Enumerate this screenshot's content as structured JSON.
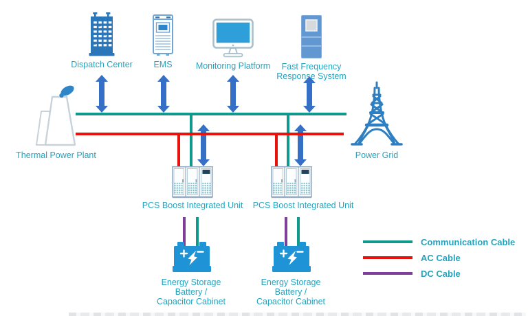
{
  "nodes": {
    "dispatch_center": {
      "label": "Dispatch Center",
      "icon": "building-icon"
    },
    "ems": {
      "label": "EMS",
      "icon": "server-tower-icon"
    },
    "monitoring_platform": {
      "label": "Monitoring Platform",
      "icon": "monitor-icon"
    },
    "fast_frequency_response_system": {
      "label": "Fast Frequency\nResponse System",
      "icon": "control-cabinet-icon"
    },
    "thermal_power_plant": {
      "label": "Thermal Power Plant",
      "icon": "cooling-towers-icon"
    },
    "power_grid": {
      "label": "Power Grid",
      "icon": "transmission-tower-icon"
    },
    "pcs_unit_1": {
      "label": "PCS Boost Integrated Unit",
      "icon": "pcs-cabinet-icon"
    },
    "pcs_unit_2": {
      "label": "PCS Boost Integrated Unit",
      "icon": "pcs-cabinet-icon"
    },
    "battery_1": {
      "label": "Energy Storage\nBattery /\nCapacitor Cabinet",
      "icon": "battery-icon"
    },
    "battery_2": {
      "label": "Energy Storage\nBattery /\nCapacitor Cabinet",
      "icon": "battery-icon"
    }
  },
  "legend": {
    "items": [
      {
        "label": "Communication Cable",
        "color": "#12998E"
      },
      {
        "label": "AC Cable",
        "color": "#E8120C"
      },
      {
        "label": "DC Cable",
        "color": "#7E3F98"
      }
    ]
  },
  "colors": {
    "communication_cable": "#12998E",
    "ac_cable": "#E8120C",
    "dc_cable": "#7E3F98",
    "data_arrow": "#3570C6",
    "label_text": "#25A3BD",
    "icon_blue": "#2E86C9"
  }
}
